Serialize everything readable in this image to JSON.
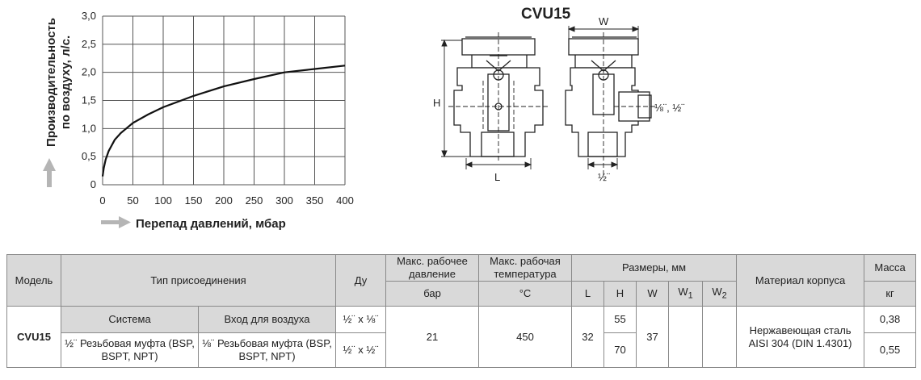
{
  "chart_data": {
    "type": "line",
    "ylabel_line1": "Производительность",
    "ylabel_line2": "по воздуху, л/с.",
    "xlabel": "Перепад давлений, мбар",
    "xlim": [
      0,
      400
    ],
    "ylim": [
      0,
      3.0
    ],
    "grid": true,
    "x_ticks": [
      "0",
      "50",
      "100",
      "150",
      "200",
      "250",
      "300",
      "350",
      "400"
    ],
    "y_ticks": [
      "0",
      "0,5",
      "1,0",
      "1,5",
      "2,0",
      "2,5",
      "3,0"
    ],
    "series": [
      {
        "x": [
          0,
          2,
          5,
          10,
          20,
          30,
          50,
          75,
          100,
          150,
          200,
          250,
          300,
          350,
          400
        ],
        "y": [
          0.15,
          0.3,
          0.45,
          0.6,
          0.8,
          0.92,
          1.1,
          1.25,
          1.38,
          1.58,
          1.75,
          1.88,
          2.0,
          2.06,
          2.12
        ]
      }
    ]
  },
  "drawing": {
    "title": "CVU15",
    "dim_w": "W",
    "dim_h": "H",
    "dim_l": "L",
    "dim_port": "½¨",
    "dim_side": "⅛¨, ½¨"
  },
  "table": {
    "h_model": "Модель",
    "h_conn": "Тип присоединения",
    "h_du": "Ду",
    "h_pressure": "Макс. рабочее давление",
    "h_temp": "Макс. рабочая температура",
    "h_dims": "Размеры, мм",
    "h_material": "Материал корпуса",
    "h_mass": "Масса",
    "u_pressure": "бар",
    "u_temp": "°C",
    "u_L": "L",
    "u_H": "H",
    "u_W": "W",
    "u_W1": "W",
    "u_W1_sub": "1",
    "u_W2": "W",
    "u_W2_sub": "2",
    "u_mass": "кг",
    "s_system": "Система",
    "s_air": "Вход для воздуха",
    "model": "CVU15",
    "row1_du": "½¨ x ⅛¨",
    "row2_system": "½¨ Резьбовая муфта (BSP, BSPT, NPT)",
    "row2_air": "⅛¨ Резьбовая муфта (BSP, BSPT, NPT)",
    "row2_du": "½¨ x ½¨",
    "pressure": "21",
    "temp": "450",
    "L": "32",
    "H1": "55",
    "H2": "70",
    "W": "37",
    "material": "Нержавеющая сталь AISI 304 (DIN 1.4301)",
    "mass1": "0,38",
    "mass2": "0,55"
  }
}
